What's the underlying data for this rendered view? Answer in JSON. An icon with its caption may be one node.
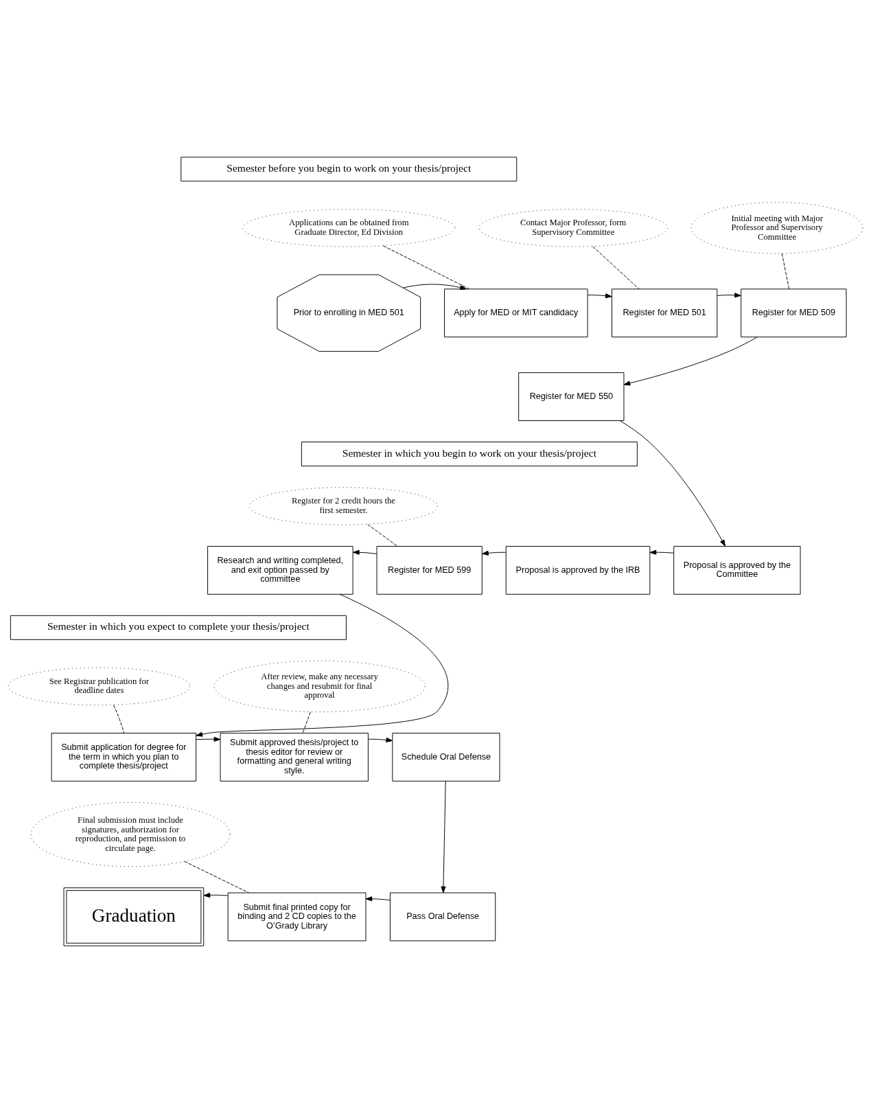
{
  "diagram": {
    "nodes": [
      {
        "text": [
          "Semester before you begin to work on your thesis/project"
        ]
      },
      {
        "text": [
          "Prior to enrolling in MED 501"
        ]
      },
      {
        "text": [
          "Applications can be obtained from Graduate Director, Ed Division"
        ]
      },
      {
        "text": [
          "Contact Major Professor, form Supervisory Committee"
        ]
      },
      {
        "text": [
          "Initial meeting with Major Professor and Supervisory Committee"
        ]
      },
      {
        "text": [
          "Apply for MED or MIT candidacy"
        ]
      },
      {
        "text": [
          "Register for MED 501"
        ]
      },
      {
        "text": [
          "Register for MED 509"
        ]
      },
      {
        "text": [
          "Register for MED 550"
        ]
      },
      {
        "text": [
          "Semester in which you begin to work on your thesis/project"
        ]
      },
      {
        "text": [
          "Register for 2 credit hours the first semester."
        ]
      },
      {
        "text": [
          "Research and writing completed, and exit option passed by committee"
        ]
      },
      {
        "text": [
          "Register for MED 599"
        ]
      },
      {
        "text": [
          "Proposal is approved by the IRB"
        ]
      },
      {
        "text": [
          "Proposal is approved by the Committee"
        ]
      },
      {
        "text": [
          "Semester in which you expect to complete your thesis/project"
        ]
      },
      {
        "text": [
          "See Registrar publication for deadline dates"
        ]
      },
      {
        "text": [
          "After review, make any necessary changes and resubmit for final approval"
        ]
      },
      {
        "text": [
          "Submit application for degree for the term in which you plan to complete thesis/project"
        ]
      },
      {
        "text": [
          "Submit approved thesis/project to thesis editor for review or formatting and general writing style."
        ]
      },
      {
        "text": [
          "Schedule Oral Defense"
        ]
      },
      {
        "text": [
          "Final submission must include signatures, authorization for reproduction, and permission to circulate page."
        ]
      },
      {
        "text": [
          "Graduation"
        ]
      },
      {
        "text": [
          "Submit final printed copy for binding and 2 CD copies to the O’Grady Library"
        ]
      },
      {
        "text": [
          "Pass Oral Defense"
        ]
      }
    ],
    "edges": [
      {
        "from": 1,
        "to": 5,
        "arrow": "to"
      },
      {
        "from": 5,
        "to": 6,
        "arrow": "to"
      },
      {
        "from": 6,
        "to": 7,
        "arrow": "to"
      },
      {
        "from": 7,
        "to": 8,
        "arrow": "to"
      },
      {
        "from": 8,
        "to": 14,
        "arrow": "to"
      },
      {
        "from": 14,
        "to": 13,
        "arrow": "to"
      },
      {
        "from": 13,
        "to": 12,
        "arrow": "to"
      },
      {
        "from": 12,
        "to": 11,
        "arrow": "to"
      },
      {
        "from": 11,
        "to": 18,
        "arrow": "to"
      },
      {
        "from": 18,
        "to": 19,
        "arrow": "to"
      },
      {
        "from": 19,
        "to": 20,
        "arrow": "to"
      },
      {
        "from": 20,
        "to": 24,
        "arrow": "to"
      },
      {
        "from": 24,
        "to": 23,
        "arrow": "to"
      },
      {
        "from": 23,
        "to": 22,
        "arrow": "to"
      },
      {
        "from": 2,
        "to": 5,
        "arrow": "none",
        "style": "dashed"
      },
      {
        "from": 3,
        "to": 6,
        "arrow": "none",
        "style": "dashed"
      },
      {
        "from": 4,
        "to": 7,
        "arrow": "none",
        "style": "dashed"
      },
      {
        "from": 10,
        "to": 12,
        "arrow": "none",
        "style": "dashed"
      },
      {
        "from": 16,
        "to": 18,
        "arrow": "none",
        "style": "dashed"
      },
      {
        "from": 17,
        "to": 19,
        "arrow": "none",
        "style": "dashed"
      },
      {
        "from": 21,
        "to": 23,
        "arrow": "none",
        "style": "dashed"
      }
    ]
  }
}
